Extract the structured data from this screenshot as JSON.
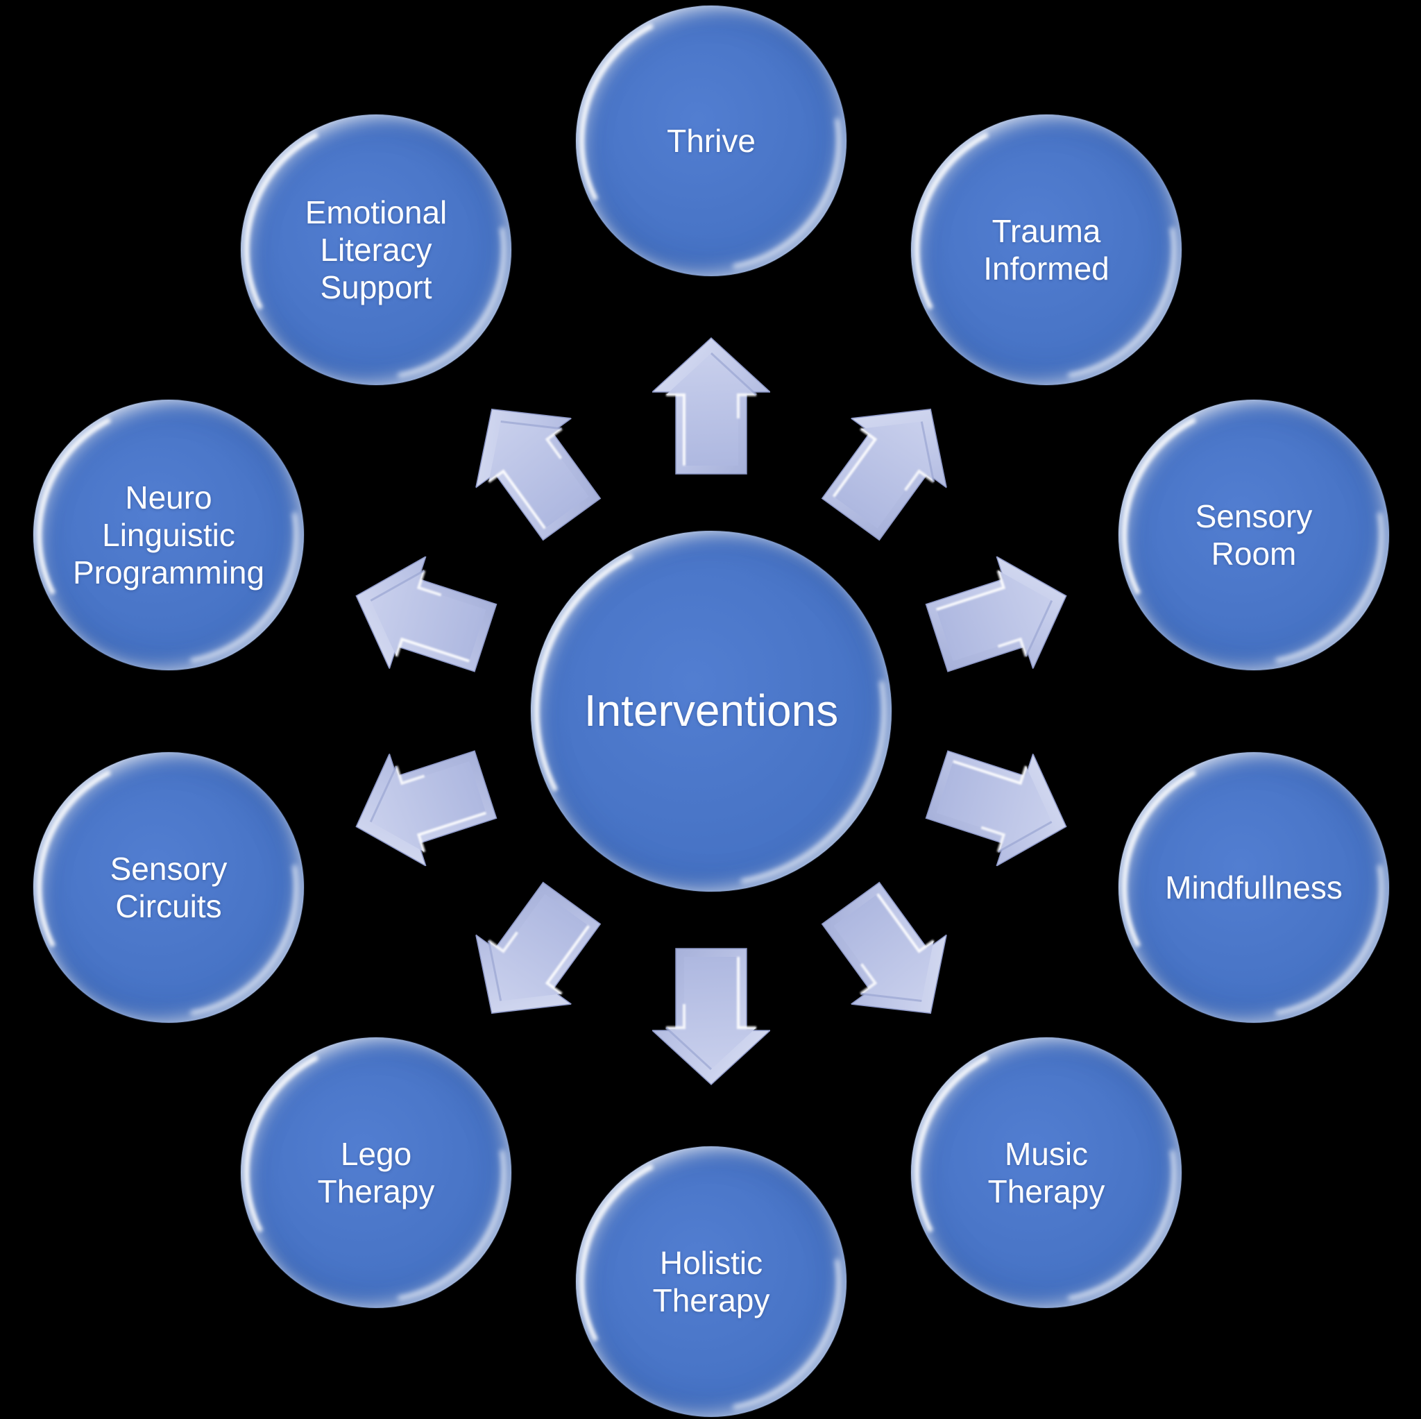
{
  "diagram": {
    "center": {
      "label": "Interventions"
    },
    "nodes": [
      {
        "label": "Thrive"
      },
      {
        "label": "Trauma\nInformed"
      },
      {
        "label": "Sensory\nRoom"
      },
      {
        "label": "Mindfullness"
      },
      {
        "label": "Music\nTherapy"
      },
      {
        "label": "Holistic\nTherapy"
      },
      {
        "label": "Lego\nTherapy"
      },
      {
        "label": "Sensory\nCircuits"
      },
      {
        "label": "Neuro\nLinguistic\nProgramming"
      },
      {
        "label": "Emotional\nLiteracy\nSupport"
      }
    ],
    "colors": {
      "background": "#000000",
      "node_fill": "#4874c6",
      "node_highlight": "#ffffff",
      "arrow_fill": "#b9c1e4",
      "text": "#ffffff"
    }
  }
}
